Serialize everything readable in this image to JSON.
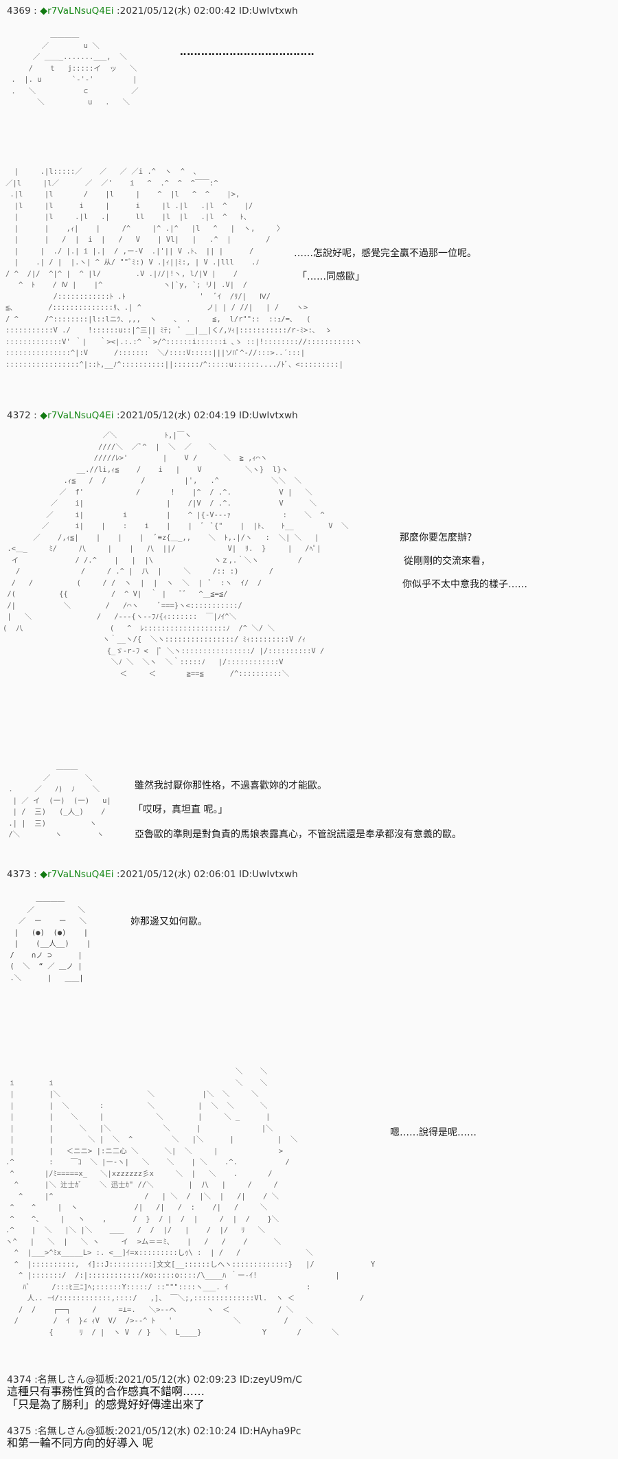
{
  "posts": [
    {
      "number": "4369",
      "sep": " : ",
      "trip_mark": "◆",
      "trip": "r7VaLNsuQ4Ei",
      "date": " :2021/05/12(水) 02:00:42 ID:UwIvtxwh",
      "dialogue": [
        "‥‥‥‥‥‥‥‥‥‥‥‥‥‥‥‥‥‥‥"
      ],
      "dialogue2": [
        "……怎說好呢，感覺完全贏不過那一位呢。",
        "「……同感歐」"
      ]
    },
    {
      "number": "4372",
      "sep": " : ",
      "trip_mark": "◆",
      "trip": "r7VaLNsuQ4Ei",
      "date": " :2021/05/12(水) 02:04:19 ID:UwIvtxwh",
      "dialogue": [
        "那麼你要怎麼辦？",
        "從剛剛的交流來看，",
        "你似乎不太中意我的樣子……"
      ],
      "dialogue2": [
        "雖然我討厭你那性格，不過喜歡妳的才能歐。",
        "「哎呀，真坦直 呢。」",
        "亞魯歐的準則是對負責的馬娘表露真心，不管說謊還是奉承都沒有意義的歐。"
      ]
    },
    {
      "number": "4373",
      "sep": " : ",
      "trip_mark": "◆",
      "trip": "r7VaLNsuQ4Ei",
      "date": " :2021/05/12(水) 02:06:01 ID:UwIvtxwh",
      "dialogue": [
        "妳那邊又如何歐。"
      ],
      "dialogue2": [
        "嗯……說得是呢……"
      ]
    }
  ],
  "aa": {
    "p1_face": [
      "          ＿＿＿＿",
      "        ／        u ＼",
      "      ／ ＿＿_.......___,  ＼",
      "     /    t   j:::::イ  ッ   ＼",
      " .  |. u       `-'-'         |",
      " .   ＼           ⊂          ／",
      "       ＼          u   .   ＼"
    ],
    "p1_big": [
      "  |     .|l:::::／    ／   ／ ／i .^  ヽ  ^  ､",
      "／|l     |l／      ／  ／'    i   ^  .^  ^  ^￣￣:^",
      " .|l     |l       /    |l     |    ^  |l   ^  ^    |>,",
      "  |l     |l      i     |      i     |l .|l   .|l  ^    |/",
      "  |      |l     .|l   .|      ll    |l  |l   .|l  ^   ﾄ、",
      "  |      |    ,ｨ|    |     /^     |^ .|^   |l   ^   |  ヽ,     〉",
      "  |      |   /  |  i  |   /   V    | Vl|   |   .^  |        /",
      "  |     |  ./ |.| i |.|  / ,ー-V  .|'|| V .ﾄ、 || |      /",
      "  |    .| / |  |.ヽ| ^ 从/ \"\"ﾞﾐ:) V .|ｨ||ﾐ:, | V .|lll    .ﾉ",
      "/ ^  /|/  ^|^ |  ^ |l/        .V .|ﾉ/|!ヽ, l/|V |    /",
      "   ^  ﾄ    / Ⅳ |    |^              ヽ|`y, `; リ| .V|  /",
      "           /::::::::::::ﾄ .ﾄ                 '   ﾞｲ  /ﾘ/|   Ⅳ/",
      "≦､        /::::::::::::::ﾘ、.| ^               ノ| | / //|   | /    ヽ>",
      "/ ^      /^::::::::|l::lニﾂ、,,,  ヽ    ､  .     ≦,  l/r\"\"::  ::ｭ/=､   (",
      ":::::::::::V ./    !::::::u::|^三|| ﾐﾃ;  ﾞ __|__|く/,ｿｨ|:::::::::::/r-ﾐ>:､  ゝ",
      ":::::::::::::V' ｀|   ｀><|.:.:^ ｀>/^::::::i::::::i ､ゝ ::|!:::::::://:::::::::::ヽ",
      ":::::::::::::::^|:V      /:::::::  ＼/::::V:::::|||ソﾊﾟ^-//:::>..´:::|",
      ":::::::::::::::::^|::ﾄ,__ﾉ^::::::::::||::::::ﾉ^:::::u::::::..../ﾄﾞ、<:::::::::|"
    ],
    "p2_big": [
      "                       ／＼           ﾄ,|￣ヽ",
      "                      ////＼  ／ﾞ^  |  ＼  ／    ＼",
      "                     /////ﾚ>'        |    V /      ＼  ≧ ,ｨ⌒ヽ",
      "                 __.//li,ｨ≦    /    i   |    V          ＼ヽ}  l}ヽ",
      "              .ｨ≦   /  /        /         |',   .^            ＼＼  ＼",
      "             ／  f'            /       !    |^  / .^.           V |   ＼",
      "           ／    i|                   |    /|V  / .^.           V      ＼",
      "          ／     i|         i         |    ^ |{-V‐‐‐ｧ            :    ＼  ^",
      "         ／      i|    |    :    i    |    |  ﾞ  ﾞ{\"    |  |ﾄ、   ﾄ__        V  ＼",
      "       ／    /,ｨ≦|    |    |    |   ﾞ≡z{＿_,,    ＼  ﾄ,.|/ヽ   :  ＼| ＼   |",
      " .<＿_     ﾐ/     八     |    |   八  ||/            V|  ﾘ.  }     |   /ﾍﾟ|",
      "  イ             / /.^    |   |  |\\              ヽｚ,.｀＼ヽ         /",
      "   /              /     / .^ |  八  |     ＼     /:: :)       /",
      "  /   /          (     / /  ヽ  |  |  ヽ  ＼  |  ﾞ  :ヽ  ｲ/  /",
      " /(          {{          /  ^ V|  ｀ |   ﾞ゛  ^＿≦=≦/",
      " /|           ＼        /   /⌒ヽ     ﾞ===}ヽ<:::::::::::/",
      " |   ＼               /   /‐‐‐{ヽ‐‐ﾌﾉ{ｨ:::::::  ￣|ﾉｲ^＼",
      "(  八                    (   ^  ﾚ:::::::::::::::::::ﾉ  /^ ＼/ ＼",
      "                       ヽ｀__ヽ/{  ＼ヽ::::::::::::::::/ ﾐｨ:::::::::V /ｨ",
      "                        {_ゞ-r-ﾌ <  |ﾟ ＼ヽ::::::::::::::::/ |/::::::::::V /",
      "                         ＼ﾉ ＼  ＼ヽ  ＼｀:::::ﾉ   |/::::::::::::V",
      "                           ＜     ＜       ≧==≦      /^::::::::::＼"
    ],
    "p2_small": [
      "            ＿＿＿",
      "         ／        ＼",
      " .     ／   ﾉ)  ﾉ    ＼",
      "  | ／ イ  (一)  (一)   u|",
      "  | /  三)   (_人_)    /",
      " .| |  三)          ヽ",
      " /＼        ヽ        ヽ"
    ],
    "p3_face": [
      "       ＿＿＿＿",
      "     ／          ＼",
      "   ／  ー    ー   ＼",
      "  |   (●)  (●)    |",
      "  |    (__人__)    |",
      " /    ∩ノ ⊃      |",
      " (  ＼  “ ／ ＿ノ |",
      " .＼      |   ＿＿|"
    ],
    "p3_big": [
      "                                                     ＼    ＼",
      " i        i                                          ＼    ＼",
      " |        |＼                    ＼           |＼  ＼     ＼",
      " |        |  ＼       :          ＼          |  ＼  ＼      ＼",
      " |        |    ＼     |            ＼        |     ＼ _      |",
      " |        |      ＼   |＼            ＼      |              |＼",
      " |        |        ＼ |  ＼  ^         ＼   |＼      |          |  ＼",
      " |        |   ＜ニニ> |:ニ二心 ＼      ＼|  ＼     |              >",
      ".^        :    ￣ｺ  ＼ |ー‐ヽ|   ＼    ＼    | ＼    .^.           /",
      " ^       |/ﾐ=====x_   ＼|xzzzzzz彡x     ＼  |   ＼    .       /",
      "  ^      |＼ 辻士ｶﾞ    ＼ 迅士ｶ\" //＼        |  八   |     /     /",
      "   ^     |^                     /   | ＼  /  |＼  |   /|    / ＼",
      " ^    ^     |  ヽ             /|   /|   /  :    /|   /     ＼",
      " ^    ^、    |   ヽ    ,      /  }  / |  /  |     /  |  /    }＼",
      ".^    |  ＼   |＼ |＼    ＿＿   /  /  |/   |    /  |/   ﾘ   ＼",
      "ヽ^   |   ＼  |   ＼ ヽ     イ  >ム＝＝ﾐ、   |   /   /    /      ＼",
      "  ^  |___>^ﾐx_____L> :. <__]ｲ=x:::::::::しｩ\\ :  | /   /               ＼",
      "  ^  |::::::::::,  ｲ]::J::::::::::]文文[__::::::しへヽ:::::::::::::}   |/             Y",
      "   ^ |:::::::/  /:|::::::::::::/xo:::::o::::/\\____ﾊ ｀ー‐ｲ!                  |",
      "    ﾊﾞ     /:::ﾋ三ﾆ]ﾍ;::::::Y:::::/ ::\"\"\"::::ヽ___. ｲ                  :",
      "     人.. ｰｲ/::::::::::::,::::/   ,]、 ￣＼;,::::::::::::::Vl.  ヽ ＜               /",
      "   /  /    ┌──┐     /     =⊥=.   ＼>‐‐ヘ       ヽ  ＜           / ＼",
      "  /        /  ｲ  }∠ ｨV  V/  />‐‐^ ﾄ   '              ＼          /    ＼",
      "          {      ﾘ  / |  ヽ V  / }  ＼  L____}              Y       /       ＼"
    ]
  },
  "comments": [
    {
      "header": "4374 :名無しさん@狐板:2021/05/12(水) 02:09:23 ID:zeyU9m/C",
      "lines": [
        "這種只有事務性質的合作感真不錯啊……",
        "「只是為了勝利」的感覺好好傳達出來了"
      ]
    },
    {
      "header": "4375 :名無しさん@狐板:2021/05/12(水) 02:10:24 ID:HAyha9Pc",
      "lines": [
        "和第一輪不同方向的好導入 呢"
      ]
    }
  ],
  "colors": {
    "background": "#fafafa",
    "trip_green": "#1a8a1a",
    "text": "#1a1a1a",
    "aa_gray": "#666666"
  }
}
